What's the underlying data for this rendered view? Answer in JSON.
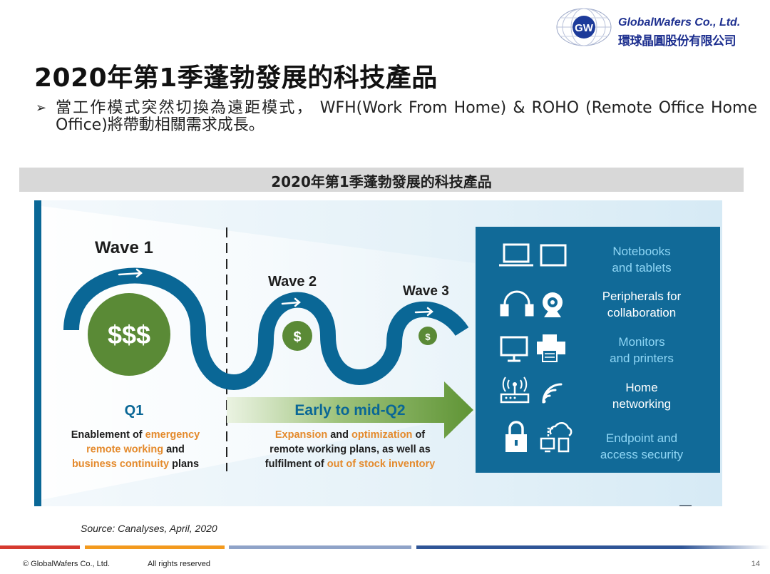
{
  "logo": {
    "mark": "GW",
    "company_en": "GlobalWafers Co., Ltd.",
    "company_zh": "環球晶圓股份有限公司"
  },
  "title": "2020年第1季蓬勃發展的科技產品",
  "bullet": {
    "text": "當工作模式突然切換為遠距模式， WFH(Work From Home) & ROHO (Remote Office Home Office)將帶動相關需求成長。",
    "icon": "arrow-bullet-icon"
  },
  "banner": {
    "title": "2020年第1季蓬勃發展的科技產品"
  },
  "infographic": {
    "waves": [
      {
        "label": "Wave 1",
        "coin": "$$$"
      },
      {
        "label": "Wave 2",
        "coin": "$"
      },
      {
        "label": "Wave 3",
        "coin": "$"
      }
    ],
    "phase1": {
      "label": "Q1",
      "desc": [
        [
          {
            "t": "Enablement of ",
            "h": false
          },
          {
            "t": "emergency",
            "h": true
          }
        ],
        [
          {
            "t": "remote working",
            "h": true
          },
          {
            "t": " and",
            "h": false
          }
        ],
        [
          {
            "t": "business continuity",
            "h": true
          },
          {
            "t": " plans",
            "h": false
          }
        ]
      ]
    },
    "phase2": {
      "label": "Early to mid-Q2",
      "desc": [
        [
          {
            "t": "Expansion",
            "h": true
          },
          {
            "t": " and ",
            "h": false
          },
          {
            "t": "optimization",
            "h": true
          },
          {
            "t": " of",
            "h": false
          }
        ],
        [
          {
            "t": "remote working plans, as well as",
            "h": false
          }
        ],
        [
          {
            "t": "fulfilment of ",
            "h": false
          },
          {
            "t": "out of stock inventory",
            "h": true
          }
        ]
      ]
    },
    "products": [
      {
        "lines": [
          "Notebooks",
          "and tablets"
        ],
        "icons": [
          "laptop-icon",
          "tablet-icon"
        ]
      },
      {
        "lines": [
          "Peripherals for",
          "collaboration"
        ],
        "icons": [
          "headphones-icon",
          "webcam-icon"
        ]
      },
      {
        "lines": [
          "Monitors",
          "and printers"
        ],
        "icons": [
          "monitor-icon",
          "printer-icon"
        ]
      },
      {
        "lines": [
          "Home",
          "networking"
        ],
        "icons": [
          "router-icon",
          "wifi-icon"
        ]
      },
      {
        "lines": [
          "Endpoint and",
          "access security"
        ],
        "icons": [
          "lock-icon",
          "cloud-devices-icon"
        ]
      }
    ],
    "colors": {
      "wave_blue": "#0a6796",
      "coin_green": "#5a8a36",
      "highlight_orange": "#e48a2c",
      "panel_blue": "#116a98",
      "panel_text": "#8fd6f5",
      "arrow_green": "#6a9e3e"
    }
  },
  "source": "Source: Canalyses, April, 2020",
  "footer": {
    "copyright": "© GlobalWafers Co., Ltd.",
    "rights": "All rights reserved",
    "page": "14",
    "bar_colors": [
      "#d63a2f",
      "#f39a1e",
      "#8fa3c8",
      "#2f5597"
    ]
  }
}
